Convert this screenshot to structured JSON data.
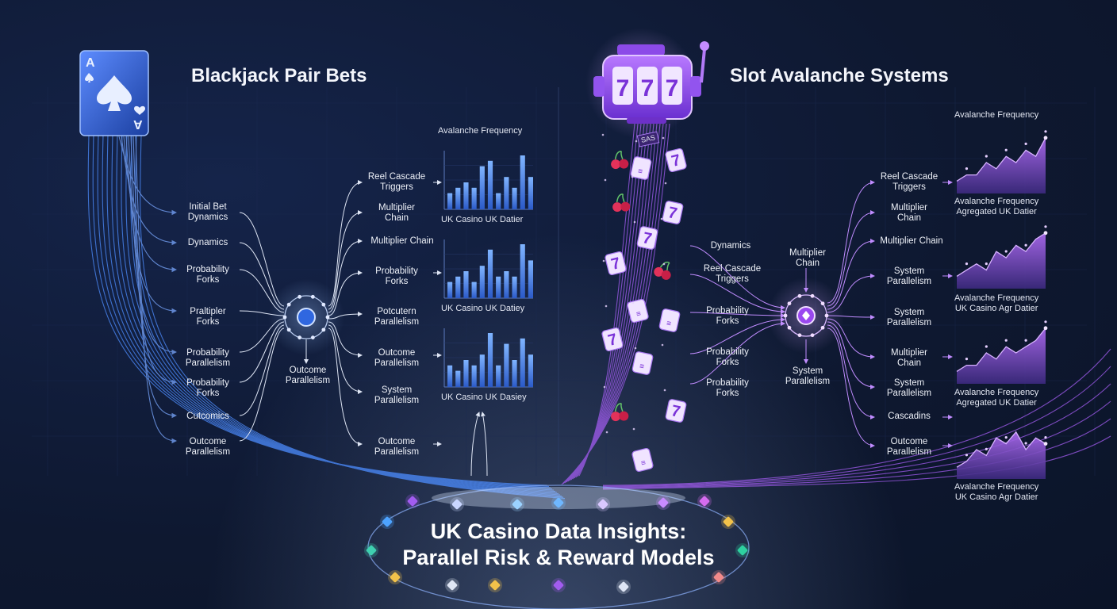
{
  "colors": {
    "blue": "#4d8dff",
    "purple": "#a25cf0",
    "bg": "#0f1a34"
  },
  "left": {
    "title": "Blackjack Pair Bets",
    "card": {
      "rank_top": "A",
      "rank_bottom": "A"
    },
    "inputs": [
      "Initial Bet\nDynamics",
      "Dynamics",
      "Probability\nForks",
      "Praltipler\nForks",
      "Probability\nParallelism",
      "Probability\nForks",
      "Cutcomics",
      "Outcome\nParallelism"
    ],
    "hub_label": "Outcome\nParallelism",
    "outputs": [
      "Reel Cascade\nTriggers",
      "Multiplier\nChain",
      "Multiplier Chain",
      "Probability\nForks",
      "Potcutern\nParallelism",
      "Outcome\nParallelism",
      "System\nParallelism",
      "Outcome\nParallelism"
    ],
    "chart_title": "Avalanche Frequency",
    "chart_captions": [
      "UK Casino UK Datier",
      "UK Casino UK Datiey",
      "UK Casino UK Dasiey"
    ]
  },
  "right": {
    "title": "Slot Avalanche Systems",
    "reels": [
      "7",
      "7",
      "7"
    ],
    "inputs": [
      "Dynamics",
      "Reel Cascade\nTriggers",
      "Probability\nForks",
      "Probability\nForks",
      "Probability\nForks"
    ],
    "hub_top_label": "Multiplier\nChain",
    "hub_bottom_label": "System\nParallelism",
    "outputs": [
      "Reel Cascade\nTriggers",
      "Multiplier\nChain",
      "Multiplier Chain",
      "System\nParallelism",
      "System\nParallelism",
      "Multiplier\nChain",
      "System\nParallelism",
      "Cascadins",
      "Outcome\nParallelism"
    ],
    "chart_title": "Avalanche Frequency",
    "chart_captions": [
      "Avalanche Frequency\nAgregated UK Datier",
      "Avalanche Frequency\nUK Casino Agr Datier",
      "Avalanche Frequency\nAgregated UK Datier",
      "Avalanche Frequency\nUK Casino Agr Datier"
    ],
    "badge": "SAS"
  },
  "footer": {
    "title": "UK Casino Data Insights:\nParallel Risk & Reward Models"
  },
  "chart_data": [
    {
      "type": "bar",
      "title": "Avalanche Frequency",
      "values": [
        3,
        4,
        5,
        4,
        8,
        9,
        3,
        6,
        4,
        10,
        6
      ]
    },
    {
      "type": "bar",
      "values": [
        3,
        4,
        5,
        3,
        6,
        9,
        4,
        5,
        4,
        10,
        7
      ]
    },
    {
      "type": "bar",
      "values": [
        4,
        3,
        5,
        4,
        6,
        10,
        4,
        8,
        5,
        9,
        6
      ]
    },
    {
      "type": "area",
      "values": [
        2,
        3,
        3,
        5,
        4,
        6,
        5,
        7,
        6,
        9
      ]
    },
    {
      "type": "area",
      "values": [
        2,
        3,
        4,
        3,
        6,
        5,
        7,
        6,
        8,
        9
      ]
    },
    {
      "type": "area",
      "values": [
        2,
        3,
        3,
        5,
        4,
        6,
        5,
        6,
        7,
        9
      ]
    },
    {
      "type": "area",
      "values": [
        2,
        3,
        5,
        4,
        7,
        6,
        8,
        5,
        7,
        6
      ]
    }
  ]
}
